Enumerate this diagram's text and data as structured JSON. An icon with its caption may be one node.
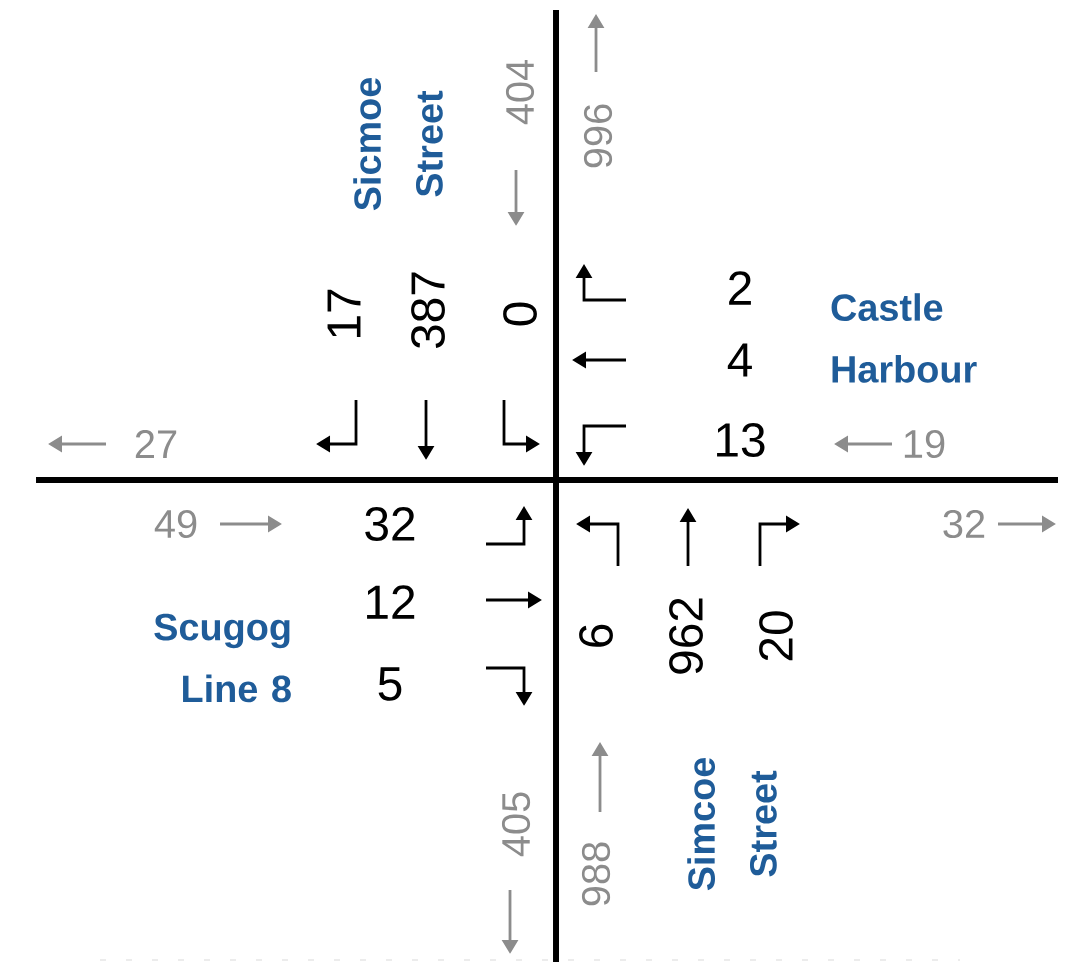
{
  "diagram": {
    "labels": [
      "Sicmoe Street",
      "404",
      "996",
      "17",
      "387",
      "0",
      "2",
      "Castle Harbour",
      "4",
      "27",
      "13",
      "19",
      "49",
      "32",
      "32",
      "12",
      "Scugog Line 8",
      "5",
      "6",
      "962",
      "20",
      "405",
      "988",
      "Simcoe Street"
    ]
  }
}
